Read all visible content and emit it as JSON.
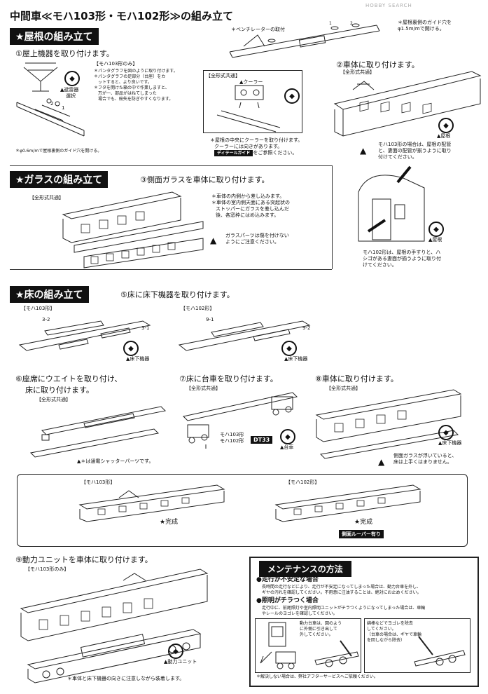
{
  "watermark": "HOBBY SEARCH",
  "page_title": "中間車≪モハ103形・モハ102形≫の組み立て",
  "roof": {
    "heading": "★屋根の組み立て",
    "step1": "①屋上機器を取り付けます。",
    "moha103_only": "【モハ103形のみ】",
    "notes1": [
      "＊パンタグラフを図のように取り付けます。",
      "＊パンタグラフの足部分（台座）をカ",
      "ットすると、より良いです。",
      "＊フタを開けた箱の中で作業しますと、",
      "万が一、部品がはねてしまった",
      "場合でも、紛失を防ぎやすくなります。"
    ],
    "lightning_arrester": "▲避雷器",
    "select": "選択",
    "guide_hole_note": "＊φ0.6m/mで屋根裏側のガイド穴を開ける。",
    "ventilator": "＊ベンチレーターの取付",
    "roof_hole_note": [
      "＊屋根裏側のガイド穴を",
      "φ1.5m/mで開ける。"
    ],
    "all_types": "【全形式共通】",
    "cooler": "▲クーラー",
    "cooler_notes": [
      "＊屋根の中央にクーラーを取り付けます。",
      "クーラーには向きがあります。"
    ],
    "detail_guide": "ディテールガイド",
    "see_guide": "をご参照ください。",
    "step2": "②車体に取り付けます。",
    "roof_label": "▲屋根",
    "moha103_pipe_note": [
      "モハ103形の場合は、屋根の配管",
      "と、妻面の配管が揃うように取り",
      "付けてください。"
    ],
    "num1": "1",
    "num2": "2",
    "num1b": "1",
    "num2b": "2"
  },
  "glass": {
    "heading": "★ガラスの組み立て",
    "step3": "③側面ガラスを車体に取り付けます。",
    "all_types": "【全形式共通】",
    "notes": [
      "＊車体の内側から差し込みます。",
      "＊車体の室内側天面にある突起状の",
      "ストッパーにガラスを差し込んだ",
      "後、各窓枠にはめ込みます。"
    ],
    "caution": [
      "ガラスパーツは傷を付けない",
      "ようにご注意ください。"
    ],
    "roof_label": "▲屋根",
    "moha102_note": [
      "モハ102形は、屋根の手すりと、ハ",
      "シゴがある妻面が揃うように取り付",
      "けてください。"
    ]
  },
  "floor": {
    "heading": "★床の組み立て",
    "step5": "⑤床に床下機器を取り付けます。",
    "moha103": "【モハ103形】",
    "moha102": "【モハ102形】",
    "n32": "3-2",
    "n31": "3-1",
    "n91": "9-1",
    "n92": "9-2",
    "underfloor": "▲床下機器",
    "underfloor2": "▲床下機器",
    "step6": [
      "⑥座席にウエイトを取り付け、",
      "床に取り付けます。"
    ],
    "all_types6": "【全形式共通】",
    "shutter_note": "▲＊は通電シャッターパーツです。",
    "step7": "⑦床に台車を取り付けます。",
    "all_types7": "【全形式共通】",
    "bogie_models": [
      "モハ103形",
      "モハ102形"
    ],
    "dt33": "DT33",
    "bogie": "▲台車",
    "step8": "⑧車体に取り付けます。",
    "all_types8": "【全形式共通】",
    "underfloor3": "▲床下機器",
    "glass_caution": [
      "側面ガラスが浮いていると、",
      "床は上手くはまりません。"
    ],
    "complete_moha103": "【モハ103形】",
    "complete_moha102": "【モハ102形】",
    "complete1": "★完成",
    "complete2": "★完成",
    "louver": "側面ルーバー有り"
  },
  "power": {
    "step9": "⑨動力ユニットを車体に取り付けます。",
    "moha103_only": "【モハ103形のみ】",
    "power_unit": "▲動力ユニット",
    "note": "＊車体と床下機器の向きに注意しながら装着します。"
  },
  "maintenance": {
    "title": "メンテナンスの方法",
    "h1": "●走行が不安定な場合",
    "p1": [
      "長時間の走行などにより、走行が不安定になってしまった場合は、動力台車を外し、",
      "ギヤの汚れを確認してください。不用意に注油することは、絶対にお止めください。"
    ],
    "h2": "●照明がチラつく場合",
    "p2": [
      "走行中に、前尾照灯や室内照明ユニットがチラつくようになってしまった場合は、車輪",
      "やレールのヨゴレを確認してください。"
    ],
    "box1": [
      "動力台車は、図のよう",
      "に外側に引き出して",
      "外してください。"
    ],
    "box2": [
      "綿棒などでヨゴレを除去",
      "してください。",
      "（台車の場合は、ギヤで車輪",
      "を回しながら除去）"
    ],
    "footer": "＊解決しない場合は、弊社アフターサービスへご依頼ください。"
  }
}
